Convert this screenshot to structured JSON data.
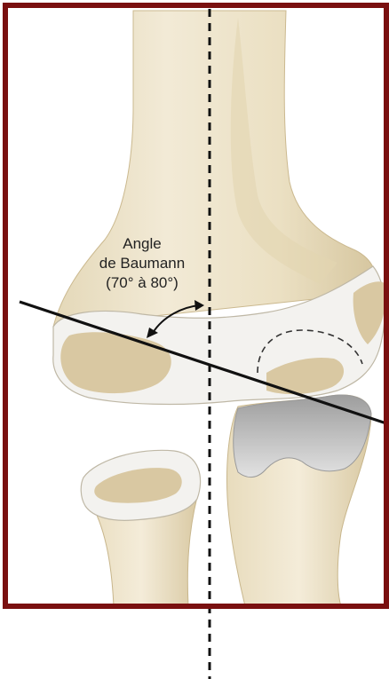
{
  "annotation": {
    "lines": [
      "Angle",
      "de Baumann",
      "(70° à 80°)"
    ]
  },
  "colors": {
    "frame": "#7a1010",
    "bone": "#efe6cf",
    "bone_shadow": "#d9caa4",
    "cartilage": "#f3f3f1",
    "ossification_center": "#d8c8a3",
    "articular_cartilage": "#c9c9c9",
    "line": "#111111"
  }
}
